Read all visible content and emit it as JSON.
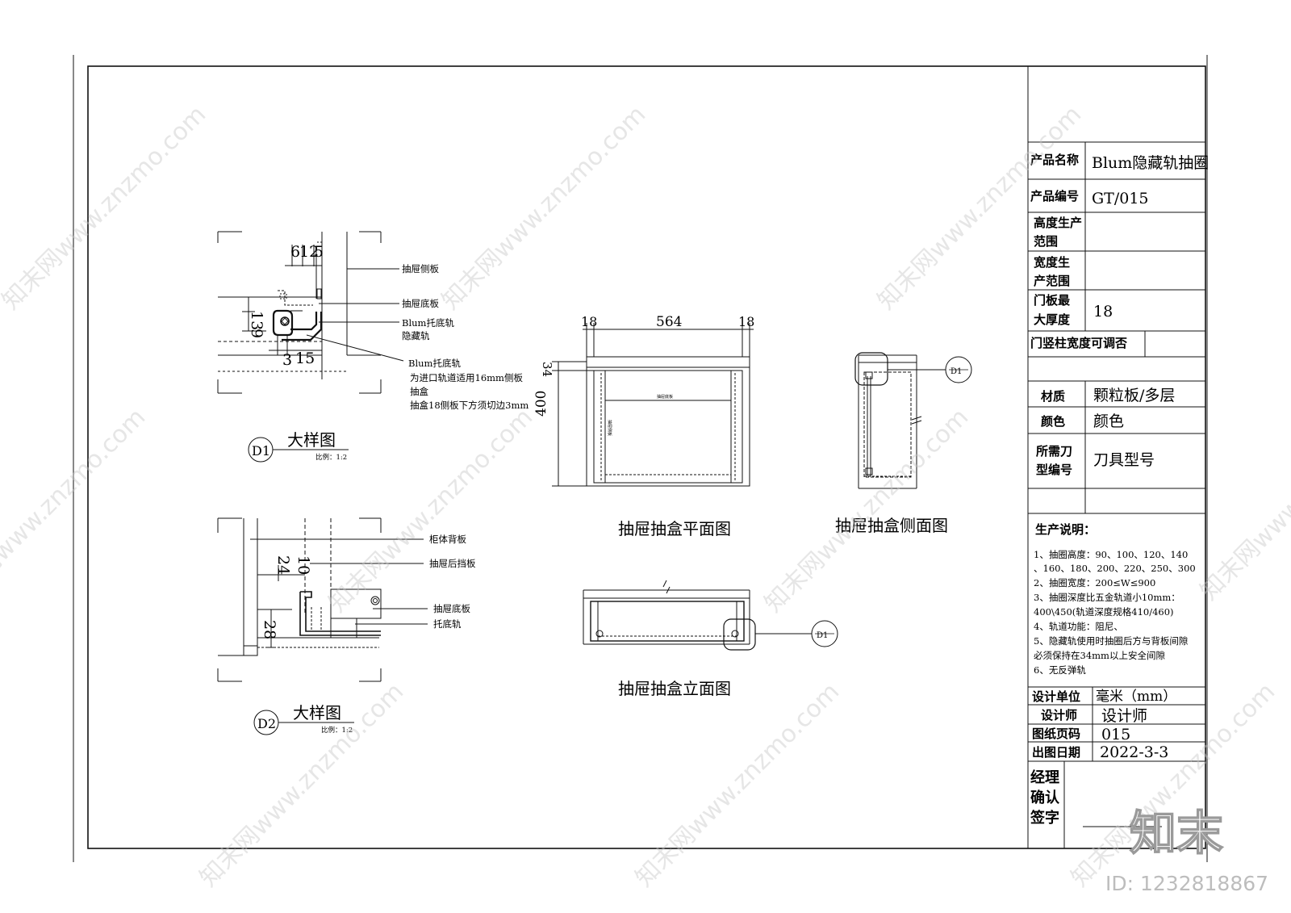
{
  "title_block": {
    "product_name_label": "产品名称",
    "product_name": "Blum隐藏轨抽圈",
    "product_code_label": "产品编号",
    "product_code": "GT/015",
    "height_range_label_1": "高度生产",
    "height_range_label_2": "范围",
    "width_range_label_1": "宽度生",
    "width_range_label_2": "产范围",
    "door_thickness_label_1": "门板最",
    "door_thickness_label_2": "大厚度",
    "door_thickness": "18",
    "stile_label": "门竖柱宽度可调否",
    "material_label": "材质",
    "material": "颗粒板/多层",
    "color_label": "颜色",
    "color": "颜色",
    "tool_label_1": "所需刀",
    "tool_label_2": "型编号",
    "tool": "刀具型号",
    "notes_title": "生产说明：",
    "notes": [
      "1、抽圈高度：90、100、120、140",
      "、160、180、200、220、250、300",
      "2、抽圈宽度：200≤W≤900",
      "3、抽圈深度比五金轨道小10mm：",
      "400\\450(轨道深度规格410/460)",
      "4、轨道功能：阻尼、",
      "5、隐藏轨使用时抽圈后方与背板间隙",
      "必须保持在34mm以上安全间隙",
      "6、无反弹轨"
    ],
    "unit_label": "设计单位",
    "unit": "毫米（mm）",
    "designer_label": "设计师",
    "designer": "设计师",
    "page_label": "图纸页码",
    "page": "015",
    "date_label": "出图日期",
    "date": "2022-3-3",
    "manager_1": "经理",
    "manager_2": "确认",
    "manager_3": "签字"
  },
  "details": {
    "d1_tag": "D1",
    "d1_title": "大样图",
    "d1_scale": "比例：1:2",
    "d1_dims": [
      "6",
      "12",
      "5",
      "13",
      "9",
      "3",
      "15"
    ],
    "d1_labels": [
      "抽屉侧板",
      "抽屉底板",
      "Blum托底轨",
      "隐藏轨",
      "Blum托底轨",
      "为进口轨道适用16mm侧板",
      "抽盒",
      "抽盒18侧板下方须切边3mm"
    ],
    "d2_tag": "D2",
    "d2_title": "大样图",
    "d2_scale": "比例：1:2",
    "d2_dims": [
      "10",
      "24",
      "28"
    ],
    "d2_labels": [
      "柜体背板",
      "抽屉后挡板",
      "抽屉底板",
      "托底轨"
    ]
  },
  "views": {
    "plan_title": "抽屉抽盒平面图",
    "plan_dims": [
      "18",
      "564",
      "18",
      "34",
      "400"
    ],
    "plan_inner": "抽屉底板",
    "plan_side": "抽屉侧板",
    "side_title": "抽屉抽盒侧面图",
    "side_tag": "D1",
    "elev_title": "抽屉抽盒立面图",
    "elev_tag": "D1"
  },
  "watermark": {
    "text": "知末网www.znzmo.com",
    "logo": "知末",
    "id": "ID: 1232818867"
  }
}
